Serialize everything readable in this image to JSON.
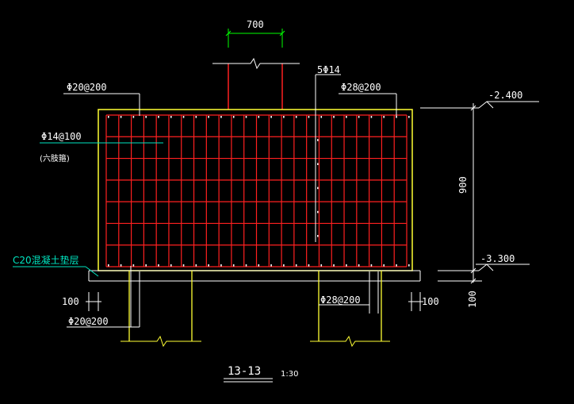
{
  "colors": {
    "background": "#000000",
    "rebar": "#ff2020",
    "concrete_outline": "#ffff33",
    "dimension": "#00ff00",
    "leader": "#ffffff",
    "cushion_label": "#00e5c0"
  },
  "labels": {
    "column_width": "700",
    "top_bars": "5Φ14",
    "top_left_spec": "Φ20@200",
    "top_right_spec": "Φ28@200",
    "stirrup_spec": "Φ14@100",
    "stirrup_note": "(六肢箍)",
    "cushion_layer": "C20混凝土垫层",
    "elev_top": "-2.400",
    "elev_bottom": "-3.300",
    "height_dim": "900",
    "left_offset": "100",
    "right_offset": "100",
    "right_offset_vertical": "100",
    "pile_left_spec": "Φ20@200",
    "pile_right_spec": "Φ28@200",
    "section_title": "13-13",
    "scale": "1:30"
  }
}
